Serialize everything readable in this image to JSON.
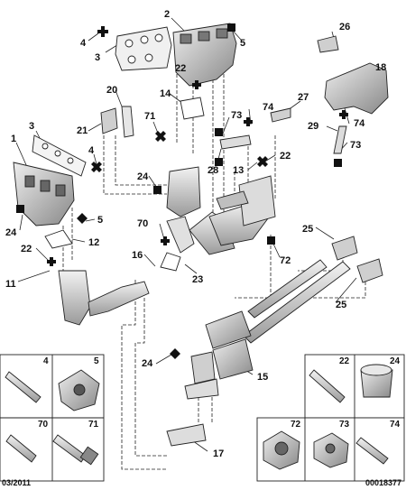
{
  "labels": {
    "l1": "1",
    "l2": "2",
    "l3a": "3",
    "l3b": "3",
    "l4a": "4",
    "l4b": "4",
    "l5a": "5",
    "l5b": "5",
    "l11": "11",
    "l12": "12",
    "l13": "13",
    "l14": "14",
    "l15": "15",
    "l16": "16",
    "l17": "17",
    "l18": "18",
    "l20": "20",
    "l21": "21",
    "l22a": "22",
    "l22b": "22",
    "l22c": "22",
    "l23": "23",
    "l24a": "24",
    "l24b": "24",
    "l24c": "24",
    "l25a": "25",
    "l25b": "25",
    "l26": "26",
    "l27": "27",
    "l28": "28",
    "l29": "29",
    "l70": "70",
    "l71": "71",
    "l72": "72",
    "l73a": "73",
    "l73b": "73",
    "l74a": "74",
    "l74b": "74"
  },
  "legend": {
    "left_top": [
      "4",
      "5"
    ],
    "left_bottom": [
      "70",
      "71"
    ],
    "right_top": [
      "22",
      "24"
    ],
    "right_bottom": [
      "72",
      "73",
      "74"
    ]
  },
  "footer": {
    "date": "03/2011",
    "ref": "00018377"
  },
  "colors": {
    "line": "#222222",
    "fill": "#d9d9d9",
    "fill_dark": "#8c8c8c",
    "marker": "#111111"
  }
}
